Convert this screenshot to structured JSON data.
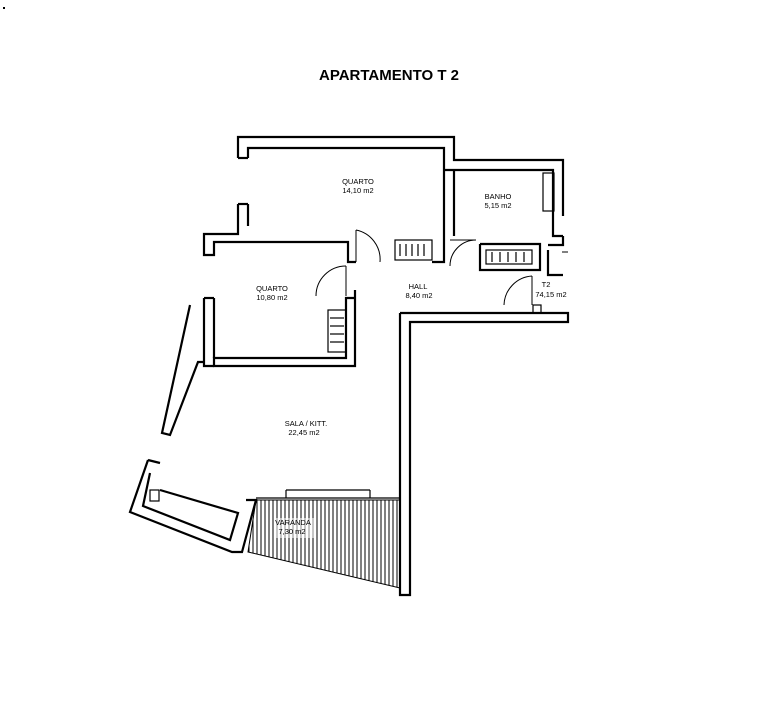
{
  "title": "APARTAMENTO T 2",
  "rooms": [
    {
      "name": "QUARTO",
      "area": "14,10 m2"
    },
    {
      "name": "BANHO",
      "area": "5,15 m2"
    },
    {
      "name": "QUARTO",
      "area": "10,80 m2"
    },
    {
      "name": "HALL",
      "area": "8,40 m2"
    },
    {
      "name": "T2",
      "area": "74,15 m2"
    },
    {
      "name": "SALA / KITT.",
      "area": "22,45 m2"
    },
    {
      "name": "VARANDA",
      "area": "7,30 m2"
    }
  ]
}
